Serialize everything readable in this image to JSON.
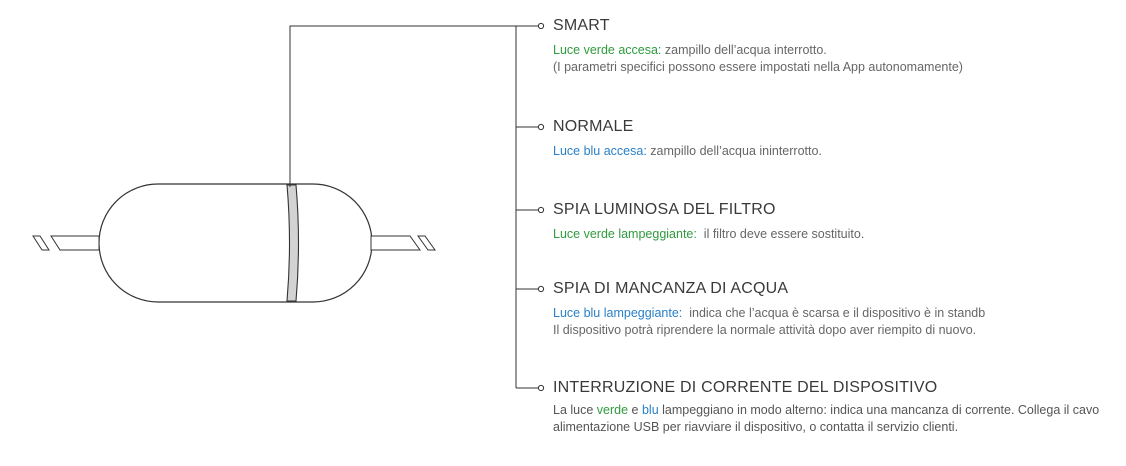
{
  "items": [
    {
      "title": "SMART",
      "desc": [
        {
          "highlight": "Luce verde accesa:",
          "color": "green",
          "text": " zampillo dell’acqua interrotto."
        },
        {
          "text": "(I parametri specifici possono essere impostati nella App autonomamente)"
        }
      ]
    },
    {
      "title": "NORMALE",
      "desc": [
        {
          "highlight": "Luce blu accesa:",
          "color": "blue",
          "text": " zampillo dell’acqua ininterrotto."
        }
      ]
    },
    {
      "title": "SPIA LUMINOSA DEL FILTRO",
      "desc": [
        {
          "highlight": "Luce verde lampeggiante:",
          "color": "green",
          "text": "  il filtro deve essere sostituito."
        }
      ]
    },
    {
      "title": "SPIA DI MANCANZA DI ACQUA",
      "desc": [
        {
          "highlight": "Luce blu lampeggiante:",
          "color": "blue",
          "text": "  indica che l’acqua è scarsa e il dispositivo è in standb"
        },
        {
          "text": "Il dispositivo potrà riprendere la normale attività dopo aver riempito di nuovo."
        }
      ]
    },
    {
      "title": "INTERRUZIONE DI CORRENTE DEL DISPOSITIVO",
      "para": {
        "p1": "La luce ",
        "verde": "verde",
        "p2": " e ",
        "blu": "blu",
        "p3": " lampeggiano in modo alterno: indica una mancanza di corrente. Collega il cavo alimentazione USB per riavviare il dispositivo, o contatta il servizio clienti."
      }
    }
  ],
  "colors": {
    "green": "#2e9b3e",
    "blue": "#2a80c7",
    "line": "#333333",
    "band": "#d3d3d3"
  }
}
